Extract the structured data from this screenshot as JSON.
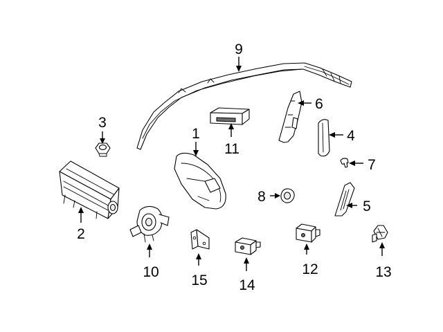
{
  "colors": {
    "background": "#ffffff",
    "line": "#000000"
  },
  "callouts": [
    "1",
    "2",
    "3",
    "4",
    "5",
    "6",
    "7",
    "8",
    "9",
    "10",
    "11",
    "12",
    "13",
    "14",
    "15"
  ]
}
